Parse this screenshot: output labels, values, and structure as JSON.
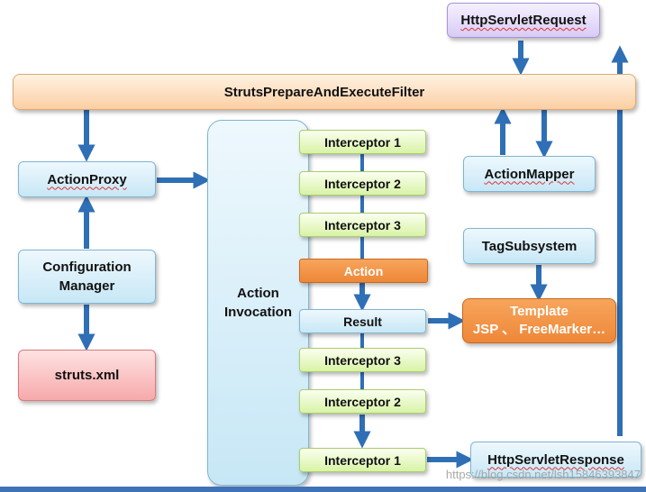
{
  "boxes": {
    "http_request": "HttpServletRequest",
    "filter": "StrutsPrepareAndExecuteFilter",
    "action_proxy": "ActionProxy",
    "configuration_manager": "Configuration Manager",
    "struts_xml": "struts.xml",
    "action_invocation": "Action Invocation",
    "interceptor_1_top": "Interceptor 1",
    "interceptor_2_top": "Interceptor 2",
    "interceptor_3_top": "Interceptor 3",
    "action": "Action",
    "result": "Result",
    "interceptor_3_bottom": "Interceptor 3",
    "interceptor_2_bottom": "Interceptor 2",
    "interceptor_1_bottom": "Interceptor 1",
    "action_mapper": "ActionMapper",
    "tag_subsystem": "TagSubsystem",
    "template_line1": "Template",
    "template_line2": "JSP 、 FreeMarker…",
    "http_response": "HttpServletResponse"
  },
  "watermark": "https://blog.csdn.net/lsh15846393847",
  "colors": {
    "arrow": "#2f6fb5",
    "blue_box": "#c7e7f6",
    "green_box": "#d8f3a6",
    "orange_box": "#ee8738",
    "red_box": "#f6a9ab",
    "purple_box": "#d8ccf5",
    "filter_bar": "#fbcfa4"
  }
}
